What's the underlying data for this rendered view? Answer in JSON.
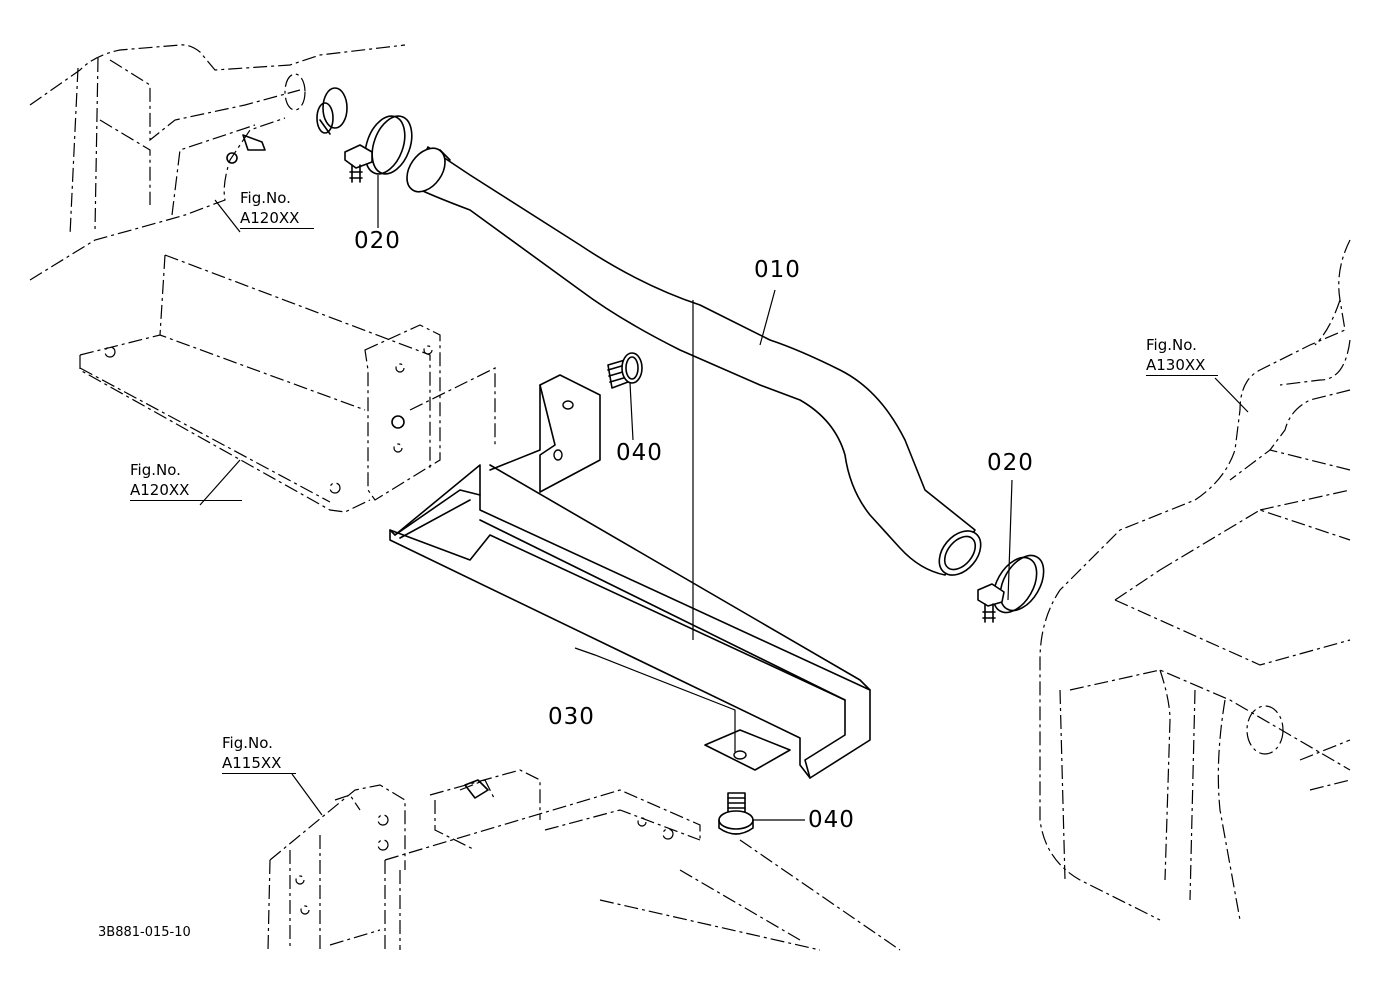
{
  "parts": {
    "hose_number": "010",
    "clamp_number_upper": "020",
    "clamp_number_lower": "020",
    "bracket_number": "030",
    "bolt_number_upper": "040",
    "bolt_number_lower": "040"
  },
  "figure_refs": {
    "top_left": {
      "label": "Fig.No.",
      "ref": "A120XX"
    },
    "mid_left": {
      "label": "Fig.No.",
      "ref": "A120XX"
    },
    "right": {
      "label": "Fig.No.",
      "ref": "A130XX"
    },
    "bottom_left": {
      "label": "Fig.No.",
      "ref": "A115XX"
    }
  },
  "drawing_code": "3B881-015-10"
}
